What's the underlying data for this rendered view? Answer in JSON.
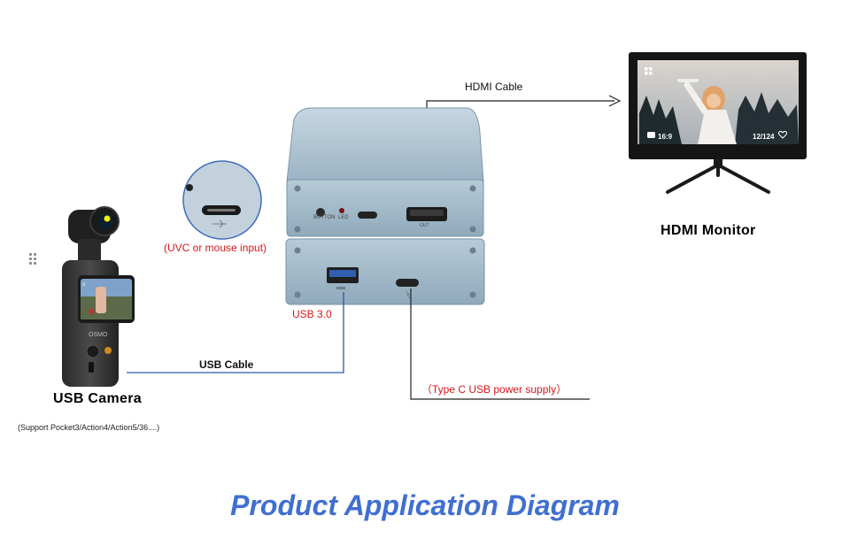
{
  "labels": {
    "hdmi_cable": "HDMI Cable",
    "hdmi_monitor": "HDMI Monitor",
    "uvc_input": "(UVC or mouse input)",
    "usb30": "USB 3.0",
    "usb_cable": "USB Cable",
    "usb_camera": "USB Camera",
    "support": "(Support Pocket3/Action4/Action5/36....)",
    "typec_power": "（Type C USB power supply）",
    "title": "Product Application Diagram"
  },
  "device_markings": {
    "button": "BUTTON",
    "led": "LED",
    "out": "OUT",
    "camera_brand": "OSMO",
    "monitor_ratio": "16:9",
    "monitor_counter": "12/124"
  },
  "colors": {
    "title": "#3f6fd1",
    "annotation_red": "#d9161a",
    "usb_line": "#2f57a8",
    "device_body": "#9fb7c7"
  }
}
